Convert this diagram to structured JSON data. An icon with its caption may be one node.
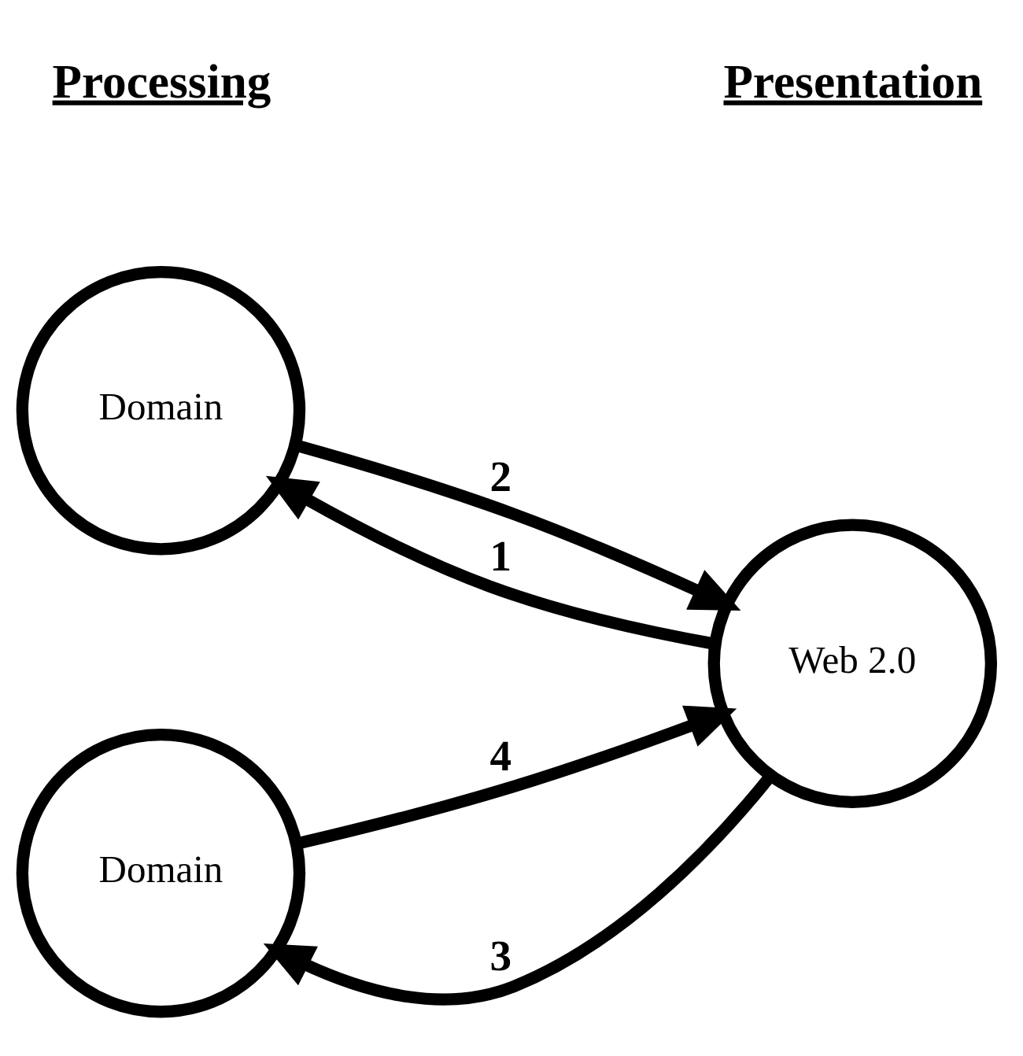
{
  "diagram": {
    "nodes": [
      {
        "text": [
          "Domain"
        ]
      },
      {
        "text": [
          "Web 2.0"
        ]
      },
      {
        "text": [
          "Domain"
        ]
      }
    ],
    "edges": [
      {
        "from": 1,
        "to": 0,
        "arrow": "to",
        "label": "1"
      },
      {
        "from": 0,
        "to": 1,
        "arrow": "to",
        "label": "2"
      },
      {
        "from": 1,
        "to": 2,
        "arrow": "to",
        "label": "3"
      },
      {
        "from": 2,
        "to": 1,
        "arrow": "to",
        "label": "4"
      }
    ],
    "labels": [
      "Presentation",
      "Processing"
    ]
  }
}
